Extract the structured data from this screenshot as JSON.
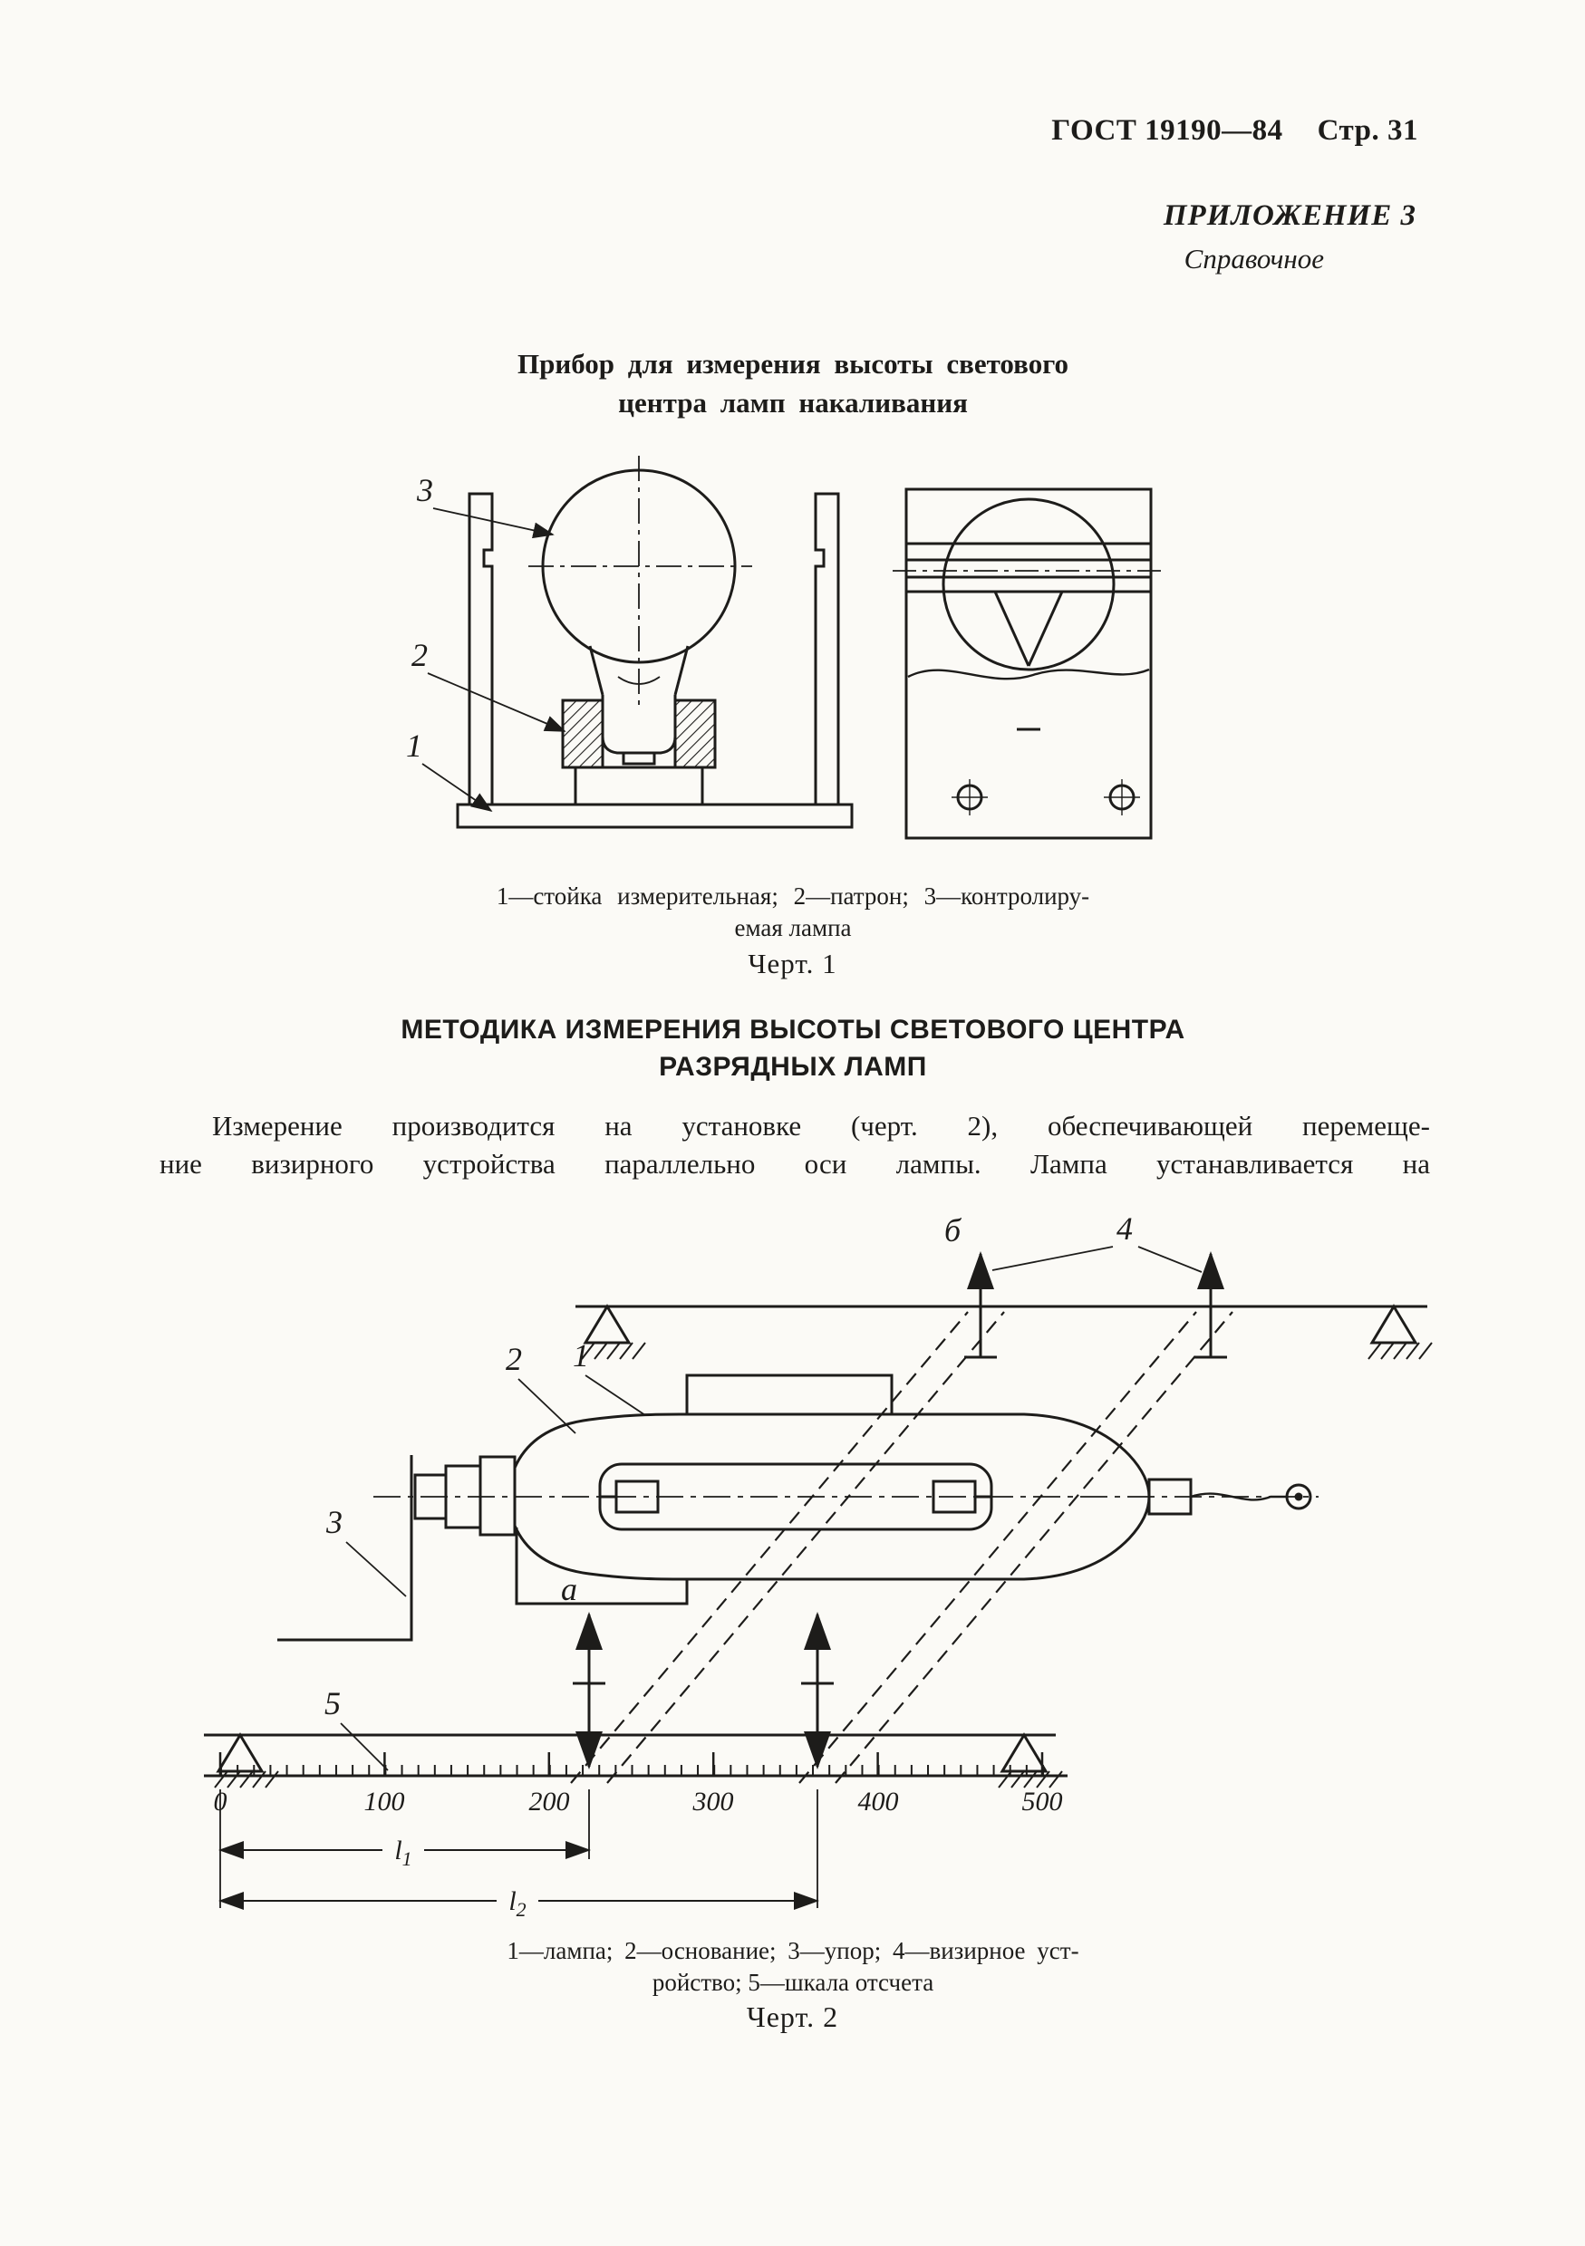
{
  "colors": {
    "paper": "#fbfaf6",
    "ink": "#1d1c1a"
  },
  "header": {
    "doc_ref": "ГОСТ 19190—84",
    "page_label": "Стр. 31"
  },
  "appendix": {
    "title": "ПРИЛОЖЕНИЕ 3",
    "subtitle": "Справочное"
  },
  "figure1": {
    "title_line1": "Прибор для измерения высоты светового",
    "title_line2": "центра ламп накаливания",
    "callout_lamp": "3",
    "callout_socket": "2",
    "callout_stand": "1",
    "caption_line1": "1—стойка измерительная; 2—патрон; 3—контролиру-",
    "caption_line2": "емая лампа",
    "figure_label": "Черт. 1"
  },
  "section": {
    "heading_line1": "МЕТОДИКА ИЗМЕРЕНИЯ ВЫСОТЫ СВЕТОВОГО ЦЕНТРА",
    "heading_line2": "РАЗРЯДНЫХ ЛАМП",
    "para_line1": "Измерение производится на установке (черт. 2), обеспечивающей перемеще-",
    "para_line2": "ние визирного устройства параллельно оси лампы. Лампа устанавливается на"
  },
  "figure2": {
    "callout_b": "б",
    "callout_sight_device": "4",
    "callout_base": "2",
    "callout_lamp": "1",
    "callout_stop": "3",
    "callout_a": "а",
    "callout_scale": "5",
    "scale_ticks": [
      "0",
      "100",
      "200",
      "300",
      "400",
      "500"
    ],
    "dim1_symbol": "l",
    "dim1_sub": "1",
    "dim2_symbol": "l",
    "dim2_sub": "2",
    "caption_line1": "1—лампа; 2—основание; 3—упор; 4—визирное уст-",
    "caption_line2": "ройство; 5—шкала отсчета",
    "figure_label": "Черт. 2"
  }
}
